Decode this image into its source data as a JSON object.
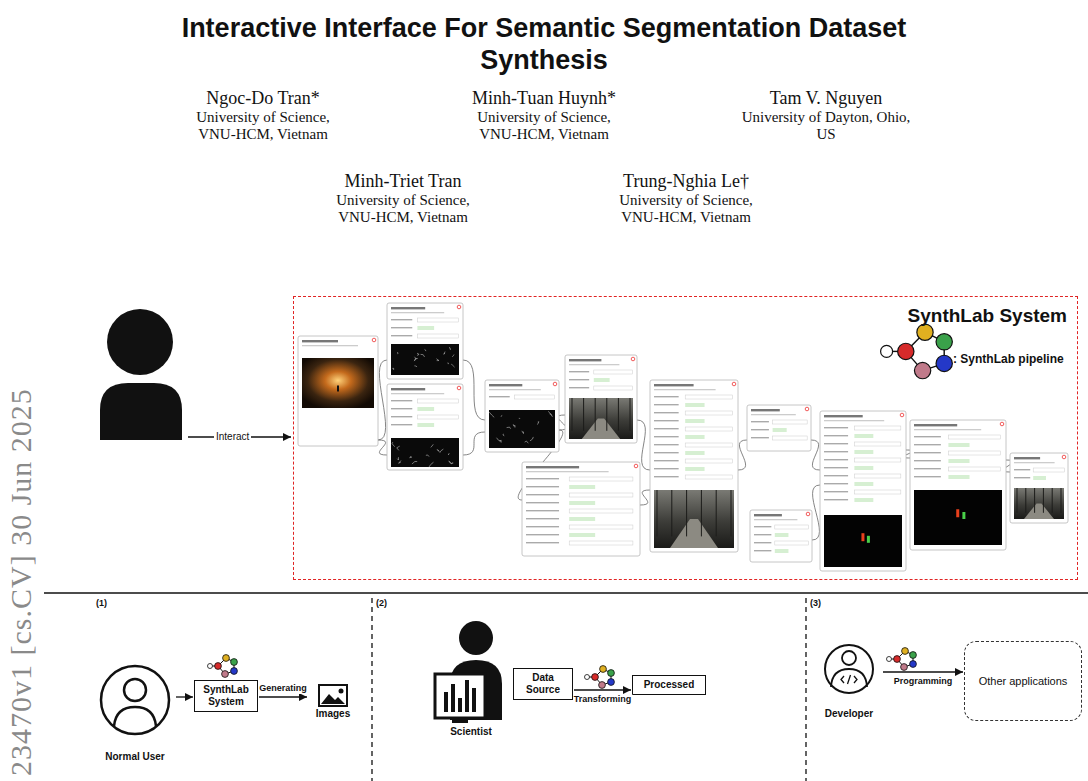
{
  "diagram": {
    "title": "Interactive Interface For Semantic Segmentation Dataset Synthesis",
    "nodes": [
      {
        "text": [
          "SynthLab System"
        ]
      },
      {
        "text": [
          "Normal User"
        ]
      },
      {
        "text": [
          "SynthLab System"
        ]
      },
      {
        "text": [
          "Images"
        ]
      },
      {
        "text": [
          "Scientist"
        ]
      },
      {
        "text": [
          "Data Source"
        ]
      },
      {
        "text": [
          "Processed"
        ]
      },
      {
        "text": [
          "Developer"
        ]
      },
      {
        "text": [
          "Other applications"
        ]
      }
    ],
    "edges": [
      {
        "from": 1,
        "to": 2,
        "arrow": "to"
      },
      {
        "from": 2,
        "to": 3,
        "label": "Generating",
        "arrow": "to"
      },
      {
        "from": 5,
        "to": 6,
        "label": "Transforming",
        "arrow": "to"
      },
      {
        "from": 7,
        "to": 8,
        "label": "Programming",
        "arrow": "to"
      }
    ],
    "labels": [
      "Ngoc-Do Tran*",
      "University of Science, VNU-HCM, Vietnam",
      "Minh-Tuan Huynh*",
      "University of Science, VNU-HCM, Vietnam",
      "Tam V. Nguyen",
      "University of Dayton, Ohio, US",
      "Minh-Triet Tran",
      "University of Science, VNU-HCM, Vietnam",
      "Trung-Nghia Le†",
      "University of Science, VNU-HCM, Vietnam",
      "23470v1 [cs.CV] 30 Jun 2025",
      "Interact",
      "(1)",
      "(2)",
      "(3)"
    ],
    "legend": [
      {
        "text": ": SynthLab pipeline"
      }
    ]
  }
}
